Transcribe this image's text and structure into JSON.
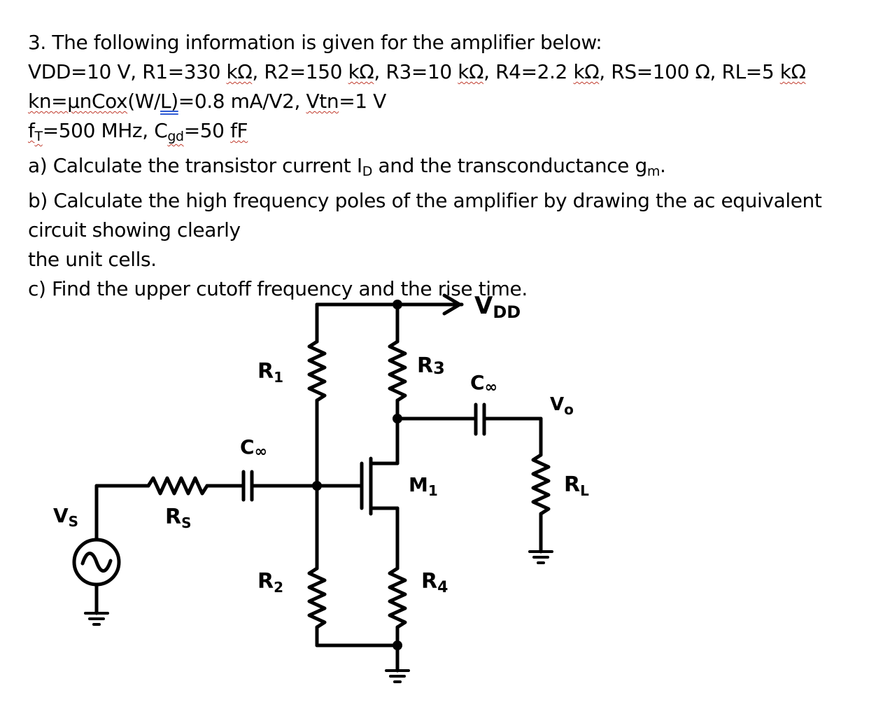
{
  "problem": {
    "heading": "3. The following information is given for the amplifier below:",
    "given_1": {
      "prefix": "VDD=10 V, R1=330 ",
      "u1": "kΩ",
      "p2": ", R2=150 ",
      "u2": "kΩ",
      "p3": ", R3=10 ",
      "u3": "kΩ",
      "p4": ", R4=2.2 ",
      "u4": "kΩ",
      "p5": ", RS=100 Ω, RL=5 ",
      "u5": "kΩ"
    },
    "given_2": {
      "a": "kn=",
      "b": "μnCox",
      "c": "(W/",
      "d": "L)",
      "e": "=0.8 mA/V2, ",
      "f": "Vtn",
      "g": "=1 V"
    },
    "given_3": {
      "a": "f",
      "a_sub": "T",
      "b": "=500 MHz, C",
      "b_sub": "gd",
      "c": "=50 ",
      "d": "fF"
    },
    "part_a": {
      "text": "a) Calculate the transistor current I",
      "sub_d": "D",
      "mid": " and the transconductance g",
      "sub_m": "m",
      "end": "."
    },
    "part_b_1": "b) Calculate the high frequency poles of the amplifier by drawing the ac equivalent",
    "part_b_2": "circuit showing clearly",
    "part_b_3": "the unit cells.",
    "part_c": "c) Find the upper cutoff frequency and the rise time."
  },
  "circuit": {
    "vdd": "V",
    "vdd_sub": "DD",
    "r1": "R",
    "r1_sub": "1",
    "r2": "R",
    "r2_sub": "2",
    "r3": "R",
    "r3_sub": "3",
    "r4": "R",
    "r4_sub": "4",
    "c_in": "C",
    "c_in_sub": "∞",
    "c_out": "C",
    "c_out_sub": "∞",
    "vo": "V",
    "vo_sub": "o",
    "rl": "R",
    "rl_sub": "L",
    "m1": "M",
    "m1_sub": "1",
    "vs": "V",
    "vs_sub": "S",
    "rs": "R",
    "rs_sub": "S"
  }
}
